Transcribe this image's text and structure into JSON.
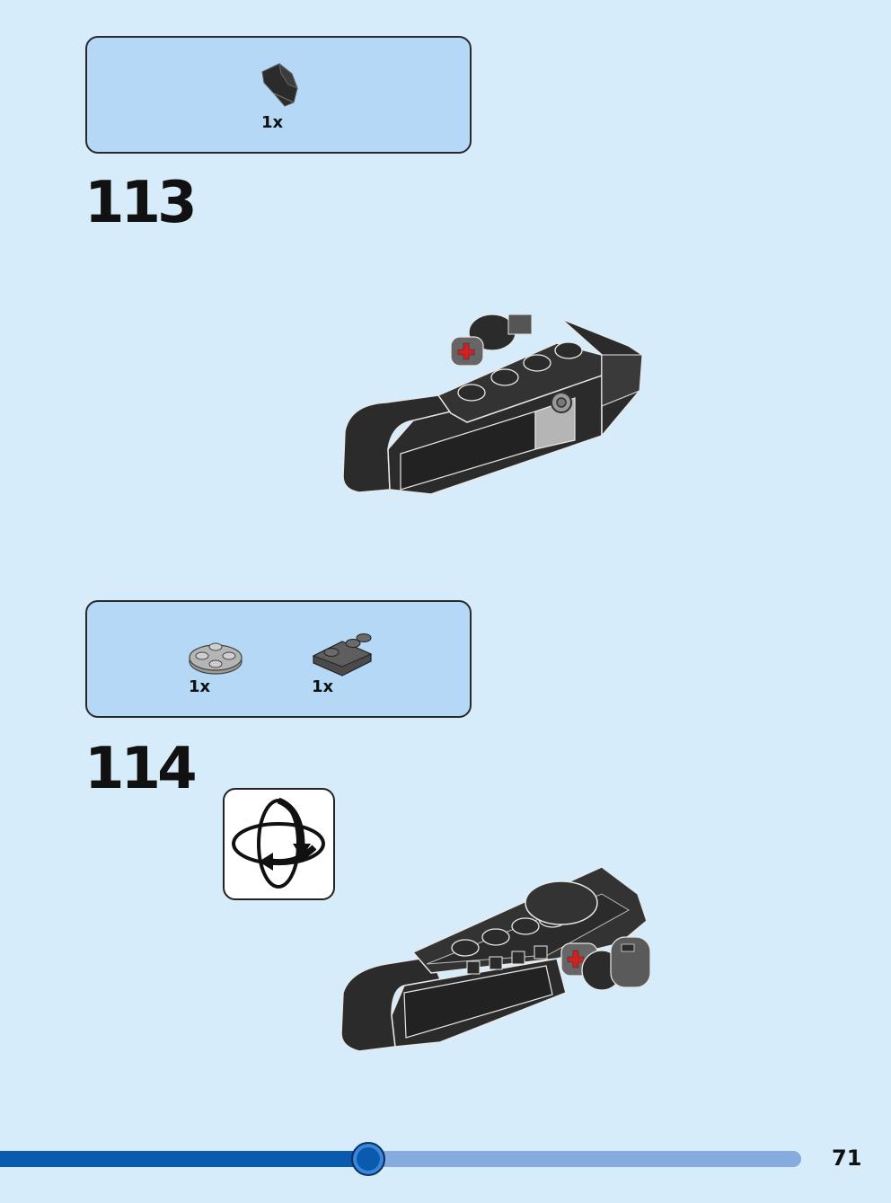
{
  "steps": [
    {
      "number": "113",
      "parts": [
        {
          "icon": "black-curved-slope-brick-icon",
          "quantity": "1x"
        }
      ]
    },
    {
      "number": "114",
      "parts": [
        {
          "icon": "gray-round-plate-icon",
          "quantity": "1x"
        },
        {
          "icon": "dark-gray-inverted-slope-plate-icon",
          "quantity": "1x"
        }
      ],
      "callout_icon": "rotate-model-icon"
    }
  ],
  "page": {
    "number": "71",
    "progress_fraction": 0.46
  },
  "colors": {
    "background": "#d6ecfb",
    "parts_box": "#b4d8f5",
    "progress_fill": "#0a5bb0",
    "progress_track": "#86abdf",
    "brick_black": "#2b2b2b",
    "brick_gray": "#b5b5b5",
    "pin_red": "#d32020"
  }
}
